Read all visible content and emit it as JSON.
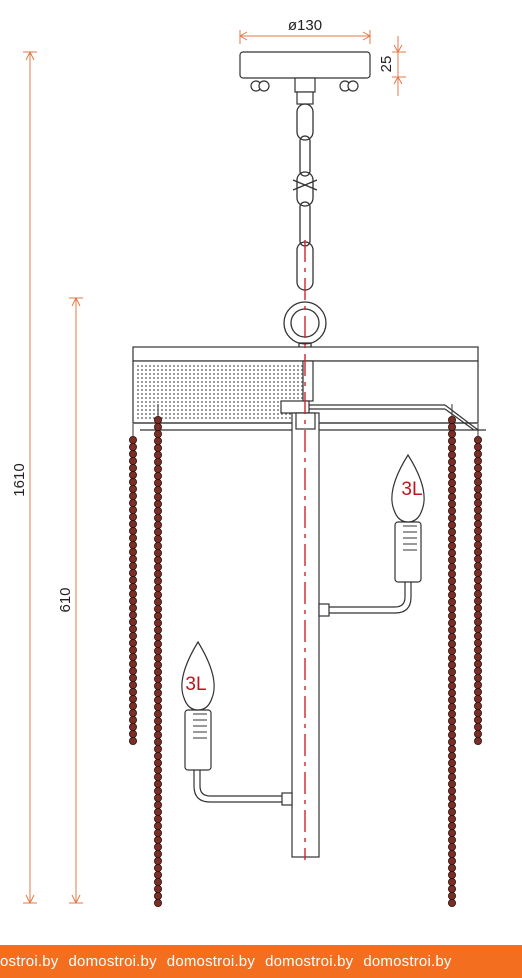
{
  "dimensions": {
    "diameter": "ø130",
    "canopy_height": "25",
    "total_height": "1610",
    "body_height": "610"
  },
  "bulbs": {
    "upper": "3L",
    "lower": "3L"
  },
  "watermark": {
    "items": [
      "ostroi.by",
      "domostroi.by",
      "domostroi.by",
      "domostroi.by",
      "domostroi.by"
    ]
  },
  "colors": {
    "line": "#333333",
    "dimension": "#e07a4a",
    "center_line": "#d2232a",
    "bead": "#7a2e25",
    "watermark_bg": "#f36f1f"
  }
}
